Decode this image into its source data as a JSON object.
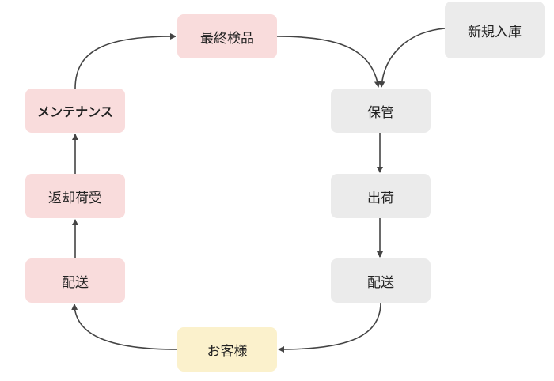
{
  "nodes": {
    "final_inspection": "最終検品",
    "new_arrival": "新規入庫",
    "storage": "保管",
    "maintenance": "メンテナンス",
    "return_receipt": "返却荷受",
    "shipping": "出荷",
    "delivery_left": "配送",
    "delivery_right": "配送",
    "customer": "お客様"
  },
  "colors": {
    "pink": "#f9dcdc",
    "gray": "#ebebeb",
    "yellow": "#fbf1cc",
    "arrow": "#444444"
  },
  "edges": [
    [
      "final_inspection",
      "storage"
    ],
    [
      "new_arrival",
      "storage"
    ],
    [
      "storage",
      "shipping"
    ],
    [
      "shipping",
      "delivery_right"
    ],
    [
      "delivery_right",
      "customer"
    ],
    [
      "customer",
      "delivery_left"
    ],
    [
      "delivery_left",
      "return_receipt"
    ],
    [
      "return_receipt",
      "maintenance"
    ],
    [
      "maintenance",
      "final_inspection"
    ]
  ]
}
